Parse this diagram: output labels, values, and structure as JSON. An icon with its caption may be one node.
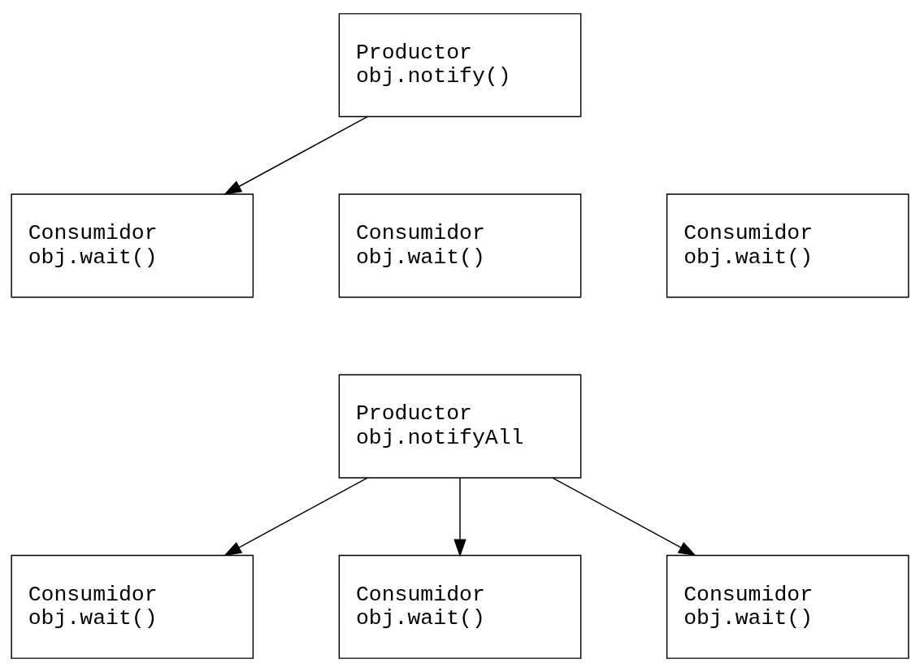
{
  "diagram": {
    "nodes": [
      {
        "text": [
          "Productor",
          "obj.notify()"
        ]
      },
      {
        "text": [
          "Consumidor",
          "obj.wait()"
        ]
      },
      {
        "text": [
          "Consumidor",
          "obj.wait()"
        ]
      },
      {
        "text": [
          "Consumidor",
          "obj.wait()"
        ]
      },
      {
        "text": [
          "Productor",
          "obj.notifyAll"
        ]
      },
      {
        "text": [
          "Consumidor",
          "obj.wait()"
        ]
      },
      {
        "text": [
          "Consumidor",
          "obj.wait()"
        ]
      },
      {
        "text": [
          "Consumidor",
          "obj.wait()"
        ]
      }
    ],
    "edges": [
      {
        "from": 0,
        "to": 1,
        "arrow": "to"
      },
      {
        "from": 4,
        "to": 5,
        "arrow": "to"
      },
      {
        "from": 4,
        "to": 6,
        "arrow": "to"
      },
      {
        "from": 4,
        "to": 7,
        "arrow": "to"
      }
    ]
  }
}
